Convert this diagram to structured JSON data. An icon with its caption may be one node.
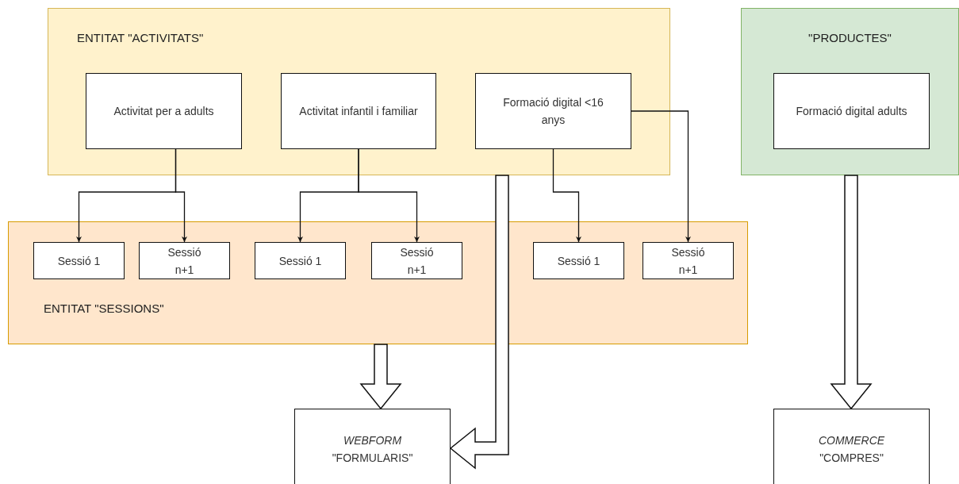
{
  "diagram": {
    "nodes": [
      {
        "text": [
          "ENTITAT \"ACTIVITATS\""
        ]
      },
      {
        "text": [
          "Activitat per a adults"
        ],
        "in": 0
      },
      {
        "text": [
          "Activitat infantil i familiar"
        ],
        "in": 0
      },
      {
        "text": [
          "Formació digital <16 anys"
        ],
        "in": 0
      },
      {
        "text": [
          "\"PRODUCTES\""
        ]
      },
      {
        "text": [
          "Formació digital adults"
        ],
        "in": 4
      },
      {
        "text": [
          "ENTITAT \"SESSIONS\""
        ]
      },
      {
        "text": [
          "Sessió 1"
        ],
        "in": 6
      },
      {
        "text": [
          "Sessió n+1"
        ],
        "in": 6
      },
      {
        "text": [
          "Sessió 1"
        ],
        "in": 6
      },
      {
        "text": [
          "Sessió n+1"
        ],
        "in": 6
      },
      {
        "text": [
          "Sessió 1"
        ],
        "in": 6
      },
      {
        "text": [
          "Sessió n+1"
        ],
        "in": 6
      },
      {
        "text": [
          "WEBFORM",
          "\"FORMULARIS\""
        ]
      },
      {
        "text": [
          "COMMERCE",
          "\"COMPRES\""
        ]
      }
    ],
    "edges": [
      {
        "from": 1,
        "to": 7,
        "arrow": "to"
      },
      {
        "from": 1,
        "to": 8,
        "arrow": "to"
      },
      {
        "from": 2,
        "to": 9,
        "arrow": "to"
      },
      {
        "from": 2,
        "to": 10,
        "arrow": "to"
      },
      {
        "from": 3,
        "to": 11,
        "arrow": "to"
      },
      {
        "from": 3,
        "to": 12,
        "arrow": "to"
      },
      {
        "from": 6,
        "to": 13,
        "arrow": "to",
        "style": "thick"
      },
      {
        "from": 0,
        "to": 13,
        "arrow": "to",
        "style": "thick"
      },
      {
        "from": 4,
        "to": 14,
        "arrow": "to",
        "style": "thick"
      }
    ]
  }
}
